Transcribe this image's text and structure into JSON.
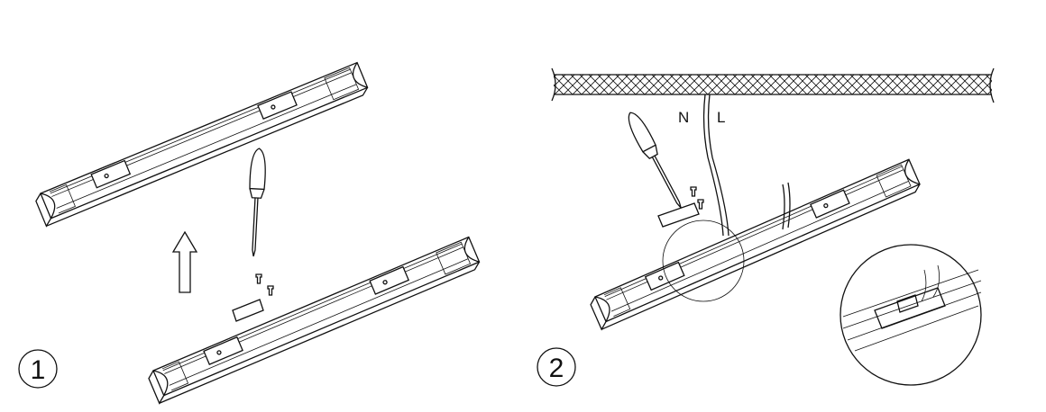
{
  "steps": [
    {
      "number": "1"
    },
    {
      "number": "2"
    }
  ],
  "wire_labels": {
    "neutral": "N",
    "live": "L"
  },
  "colors": {
    "line": "#111111",
    "background": "#ffffff"
  }
}
